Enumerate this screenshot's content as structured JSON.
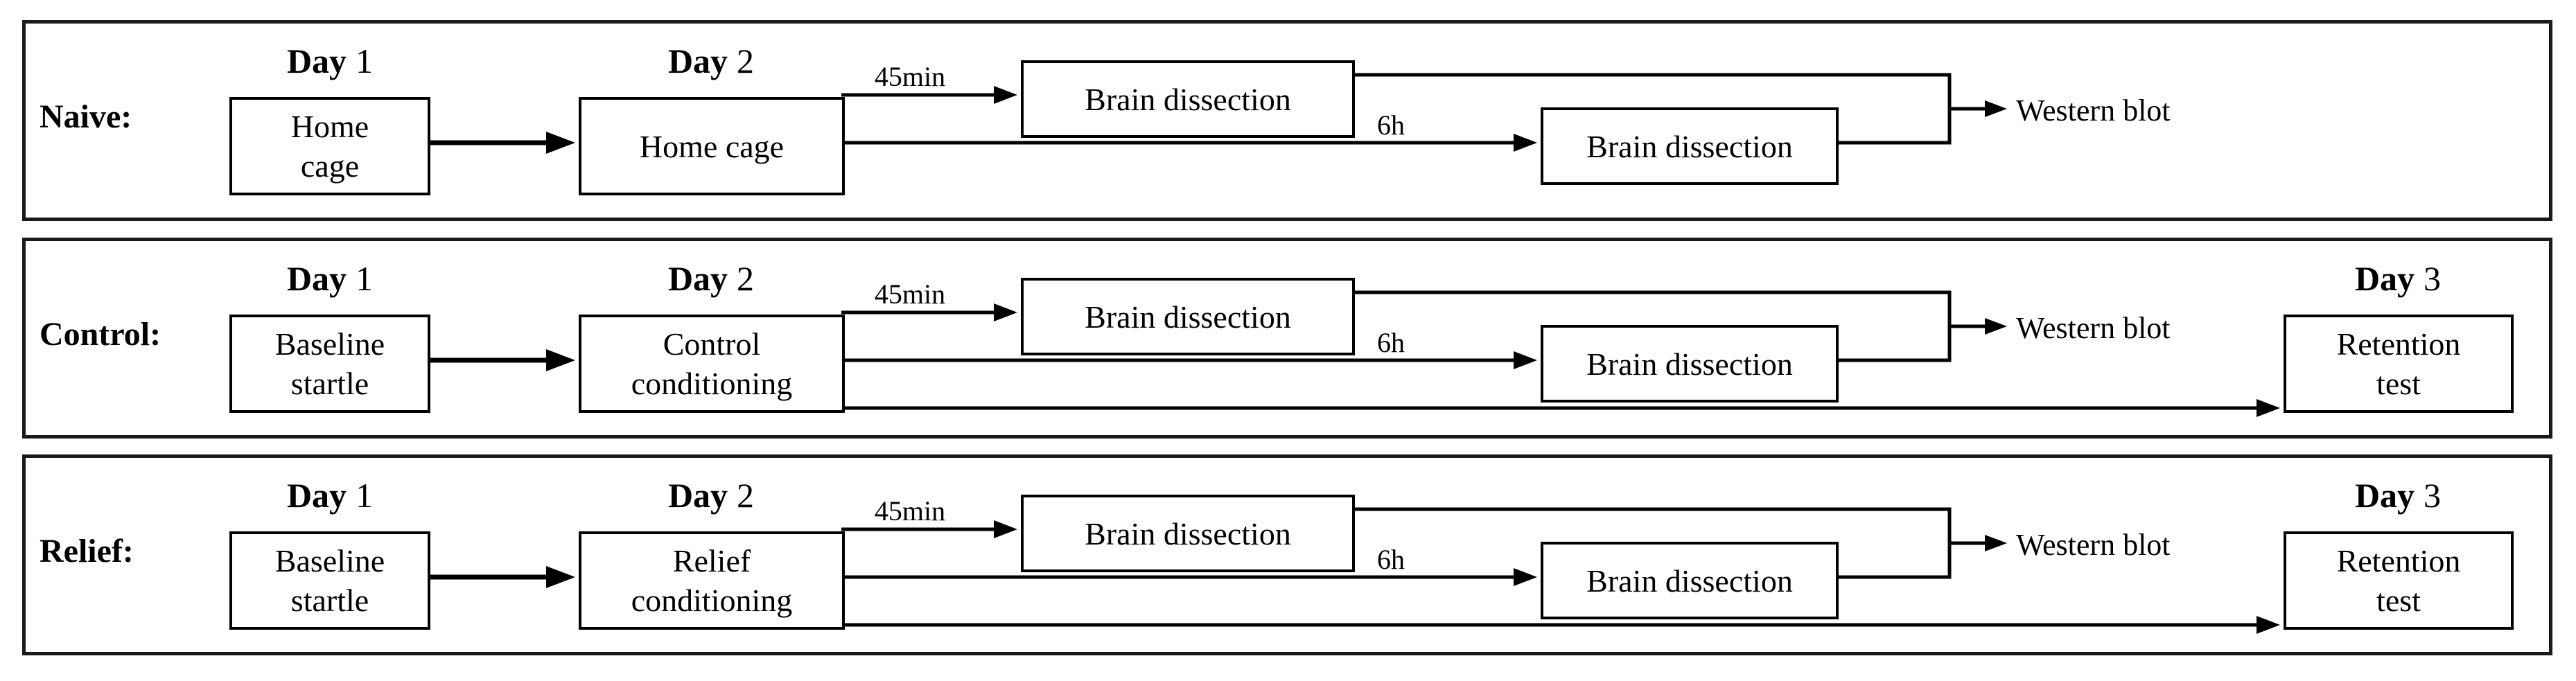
{
  "figure": {
    "background": "#ffffff",
    "ink_color": "#000000",
    "panel_border_color": "#1a1a1a",
    "panels": [
      {
        "group_label": "Naive:",
        "day1_title": {
          "word": "Day",
          "num": "1"
        },
        "day2_title": {
          "word": "Day",
          "num": "2"
        },
        "day1_box": {
          "line1": "Home",
          "line2": "cage"
        },
        "day2_box": {
          "line1": "Home cage",
          "line2": ""
        },
        "dissection_45min_box": "Brain dissection",
        "dissection_6h_box": "Brain dissection",
        "label_45min": "45min",
        "label_6h": "6h",
        "label_western_blot": "Western blot"
      },
      {
        "group_label": "Control:",
        "day1_title": {
          "word": "Day",
          "num": "1"
        },
        "day2_title": {
          "word": "Day",
          "num": "2"
        },
        "day3_title": {
          "word": "Day",
          "num": "3"
        },
        "day1_box": {
          "line1": "Baseline",
          "line2": "startle"
        },
        "day2_box": {
          "line1": "Control",
          "line2": "conditioning"
        },
        "day3_box": {
          "line1": "Retention",
          "line2": "test"
        },
        "dissection_45min_box": "Brain dissection",
        "dissection_6h_box": "Brain dissection",
        "label_45min": "45min",
        "label_6h": "6h",
        "label_western_blot": "Western blot"
      },
      {
        "group_label": "Relief:",
        "day1_title": {
          "word": "Day",
          "num": "1"
        },
        "day2_title": {
          "word": "Day",
          "num": "2"
        },
        "day3_title": {
          "word": "Day",
          "num": "3"
        },
        "day1_box": {
          "line1": "Baseline",
          "line2": "startle"
        },
        "day2_box": {
          "line1": "Relief",
          "line2": "conditioning"
        },
        "day3_box": {
          "line1": "Retention",
          "line2": "test"
        },
        "dissection_45min_box": "Brain dissection",
        "dissection_6h_box": "Brain dissection",
        "label_45min": "45min",
        "label_6h": "6h",
        "label_western_blot": "Western blot"
      }
    ]
  }
}
